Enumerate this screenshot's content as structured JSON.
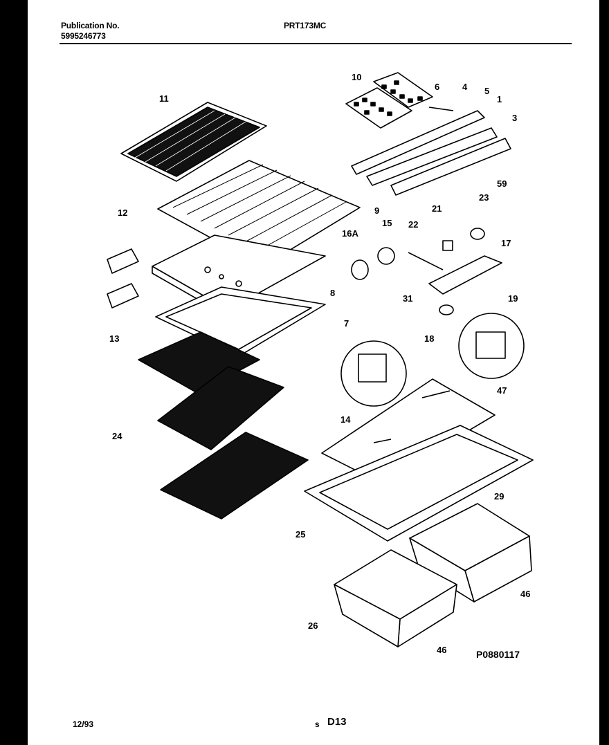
{
  "header": {
    "publication_label": "Publication No.",
    "publication_number": "5995246773",
    "model": "PRT173MC"
  },
  "callouts": [
    "11",
    "10",
    "6",
    "4",
    "5",
    "1",
    "3",
    "59",
    "12",
    "9",
    "16A",
    "15",
    "22",
    "21",
    "23",
    "17",
    "8",
    "31",
    "18",
    "19",
    "7",
    "13",
    "14",
    "47",
    "24",
    "29",
    "25",
    "46",
    "26",
    "46"
  ],
  "drawing_number": "P0880117",
  "footer": {
    "date": "12/93",
    "section_mark": "s",
    "page_code": "D13"
  }
}
